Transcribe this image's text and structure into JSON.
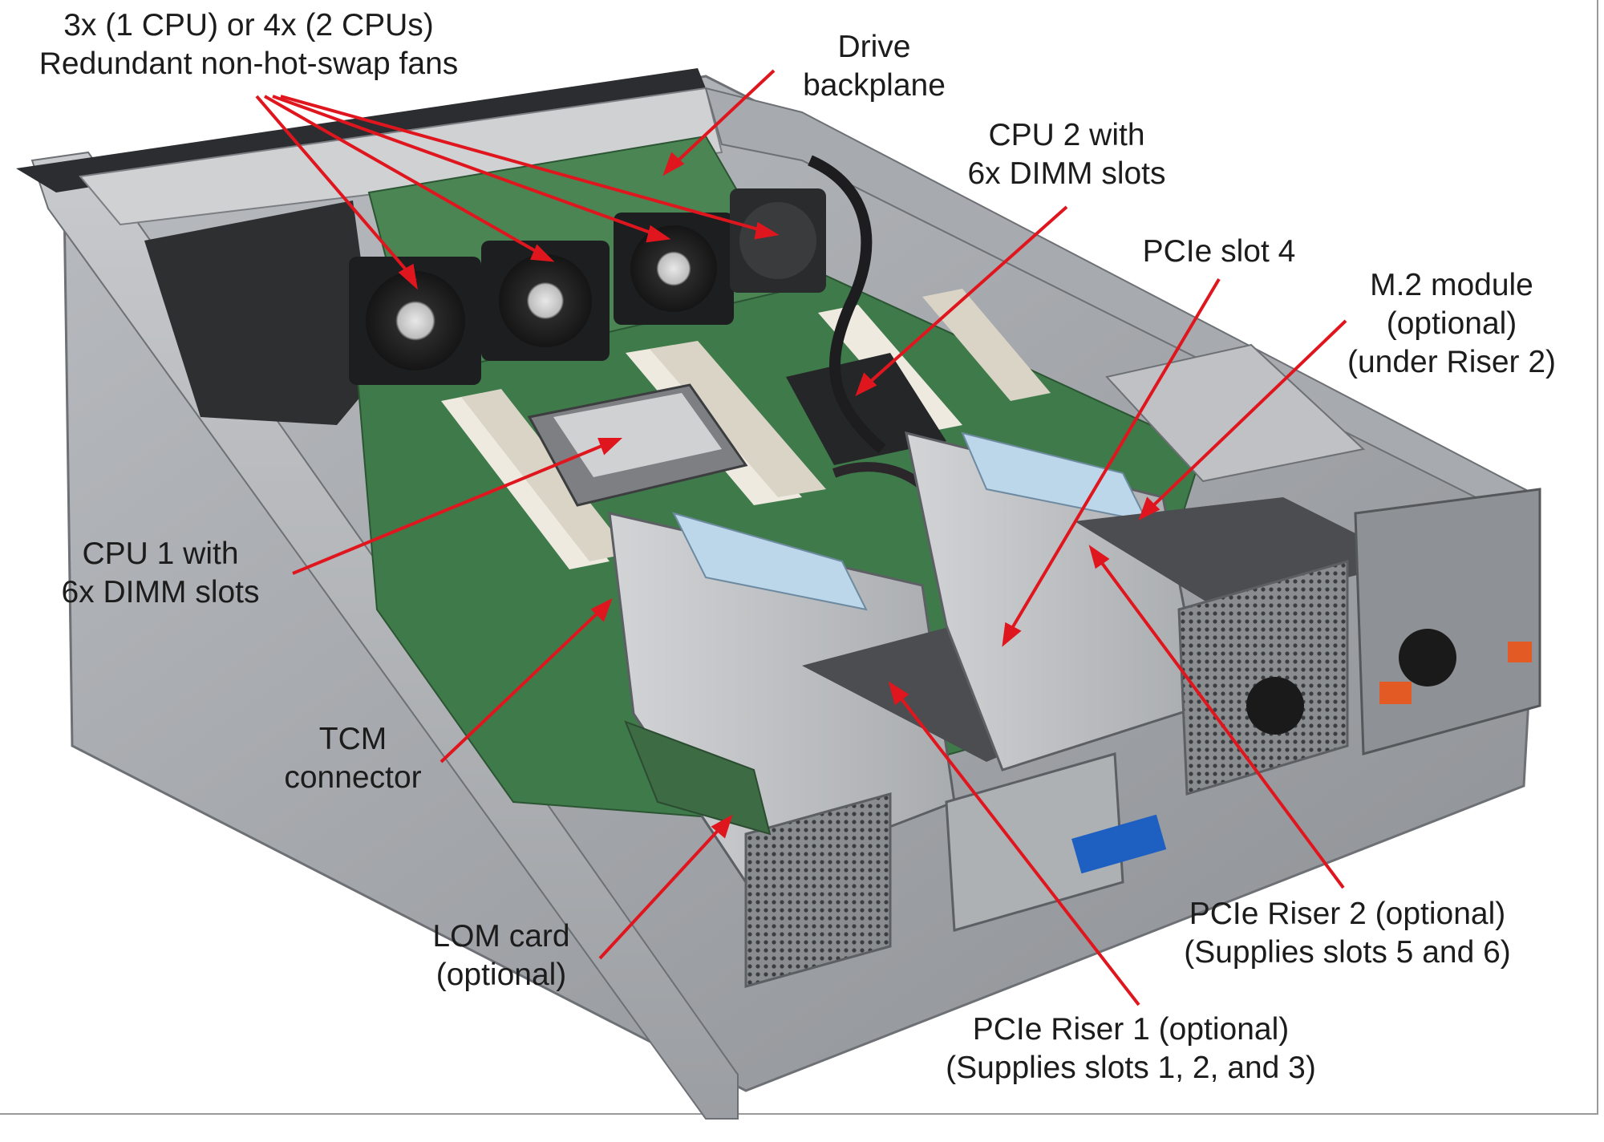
{
  "colors": {
    "arrow": "#e0161e",
    "text": "#1c1c1c",
    "chassis": "#9a9da1",
    "board": "#3f7a4a"
  },
  "labels": {
    "fans": [
      "3x (1 CPU) or 4x (2 CPUs)",
      "Redundant non-hot-swap fans"
    ],
    "drive_backplane": [
      "Drive",
      "backplane"
    ],
    "cpu2": [
      "CPU 2 with",
      "6x DIMM slots"
    ],
    "pcie_slot4": [
      "PCIe slot 4"
    ],
    "m2_module": [
      "M.2 module",
      "(optional)",
      "(under Riser 2)"
    ],
    "cpu1": [
      "CPU 1 with",
      "6x DIMM slots"
    ],
    "tcm": [
      "TCM",
      "connector"
    ],
    "lom": [
      "LOM card",
      "(optional)"
    ],
    "riser2": [
      "PCIe Riser 2 (optional)",
      "(Supplies slots 5 and 6)"
    ],
    "riser1": [
      "PCIe Riser 1 (optional)",
      "(Supplies slots 1, 2, and 3)"
    ]
  }
}
